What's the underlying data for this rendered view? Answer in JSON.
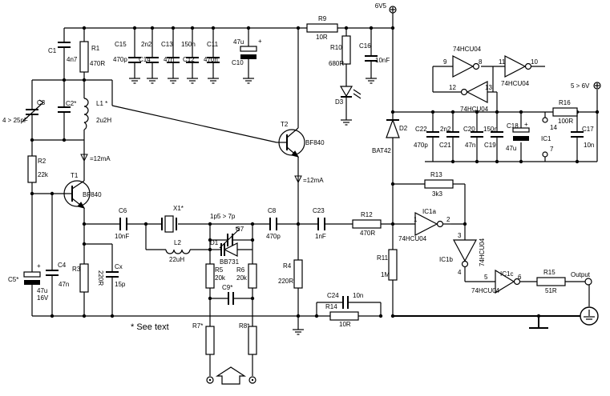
{
  "supplies": {
    "rail": "6V5",
    "ext": "5 > 6V"
  },
  "note": "* See text",
  "output_label": "Output",
  "components": {
    "C1": {
      "ref": "C1",
      "value": "4n7"
    },
    "R1": {
      "ref": "R1",
      "value": "470R"
    },
    "C15": {
      "ref": "C15",
      "value": "470p"
    },
    "C14": {
      "ref": "C14",
      "value": "2n2"
    },
    "C13": {
      "ref": "C13",
      "value": "47n"
    },
    "C12": {
      "ref": "C12",
      "value": "150n"
    },
    "C11": {
      "ref": "C11",
      "value": "470n"
    },
    "C10": {
      "ref": "C10",
      "value": "47u"
    },
    "R9": {
      "ref": "R9",
      "value": "10R"
    },
    "R10": {
      "ref": "R10",
      "value": "680R"
    },
    "C16": {
      "ref": "C16",
      "value": "10nF"
    },
    "D3": {
      "ref": "D3"
    },
    "C3": {
      "ref": "C3",
      "value": "4 > 25pF"
    },
    "C2": {
      "ref": "C2*"
    },
    "L1": {
      "ref": "L1 *",
      "value": "2u2H"
    },
    "R2": {
      "ref": "R2",
      "value": "22k"
    },
    "T1": {
      "ref": "T1",
      "type": "BF840"
    },
    "T2": {
      "ref": "T2",
      "type": "BF840"
    },
    "I1": {
      "value": "=12mA"
    },
    "I2": {
      "value": "=12mA"
    },
    "C4": {
      "ref": "C4",
      "value": "47n"
    },
    "C5": {
      "ref": "C5*",
      "value": "47u",
      "voltage": "16V"
    },
    "R3": {
      "ref": "R3",
      "value": "220R"
    },
    "Cx": {
      "ref": "Cx",
      "value": "15p"
    },
    "C6": {
      "ref": "C6",
      "value": "10nF"
    },
    "X1": {
      "ref": "X1*"
    },
    "L2": {
      "ref": "L2",
      "value": "22uH"
    },
    "C7": {
      "ref": "C7",
      "value": "1p5 > 7p"
    },
    "D1": {
      "ref": "D1",
      "type": "BB731"
    },
    "R5": {
      "ref": "R5",
      "value": "20k"
    },
    "R6": {
      "ref": "R6",
      "value": "20k"
    },
    "C9": {
      "ref": "C9*"
    },
    "R7": {
      "ref": "R7*"
    },
    "R8": {
      "ref": "R8*"
    },
    "C8": {
      "ref": "C8",
      "value": "470p"
    },
    "R4": {
      "ref": "R4",
      "value": "220R"
    },
    "C23": {
      "ref": "C23",
      "value": "1nF"
    },
    "R12": {
      "ref": "R12",
      "value": "470R"
    },
    "C24": {
      "ref": "C24",
      "value": "10n"
    },
    "R14": {
      "ref": "R14",
      "value": "10R"
    },
    "D2": {
      "ref": "D2",
      "type": "BAT42"
    },
    "R13": {
      "ref": "R13",
      "value": "3k3"
    },
    "R11": {
      "ref": "R11",
      "value": "1M"
    },
    "IC1a": {
      "ref": "IC1a",
      "type": "74HCU04",
      "pin_in": "1",
      "pin_out": "2"
    },
    "IC1b": {
      "ref": "IC1b",
      "type": "74HCU04",
      "pin_in": "3",
      "pin_out": "4"
    },
    "IC1c": {
      "ref": "IC1c",
      "type": "74HCU04",
      "pin_in": "5",
      "pin_out": "6"
    },
    "R15": {
      "ref": "R15",
      "value": "51R"
    },
    "IC1d": {
      "type": "74HCU04",
      "pin_in": "9",
      "pin_out": "8"
    },
    "IC1e": {
      "type": "74HCU04",
      "pin_in": "11",
      "pin_out": "10"
    },
    "IC1f": {
      "type": "74HCU04",
      "pin_in": "13",
      "pin_out": "12"
    },
    "R16": {
      "ref": "R16",
      "value": "100R"
    },
    "C17": {
      "ref": "C17",
      "value": "10n"
    },
    "C18": {
      "ref": "C18",
      "value": "47u"
    },
    "C19": {
      "ref": "C19",
      "value": "150n"
    },
    "C20": {
      "ref": "C20",
      "value": "47n"
    },
    "C21": {
      "ref": "C21",
      "value": "2n2"
    },
    "C22": {
      "ref": "C22",
      "value": "470p"
    },
    "IC1": {
      "ref": "IC1",
      "pin_vcc": "14",
      "pin_gnd": "7"
    }
  }
}
